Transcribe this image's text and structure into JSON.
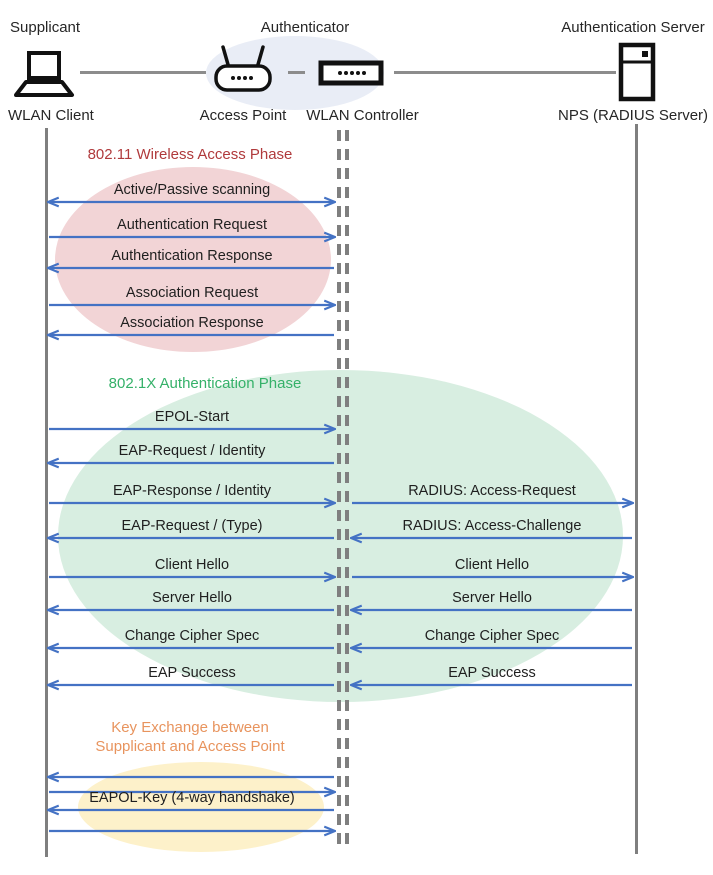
{
  "header": {
    "supplicant_role": "Supplicant",
    "authenticator_role": "Authenticator",
    "server_role": "Authentication Server",
    "wlan_client": "WLAN Client",
    "access_point": "Access Point",
    "wlan_controller": "WLAN Controller",
    "nps": "NPS (RADIUS Server)"
  },
  "phases": {
    "wireless": "802.11 Wireless Access Phase",
    "dot1x": "802.1X Authentication Phase",
    "keyx_line1": "Key Exchange between",
    "keyx_line2": "Supplicant and Access Point"
  },
  "messages": {
    "client_ap": [
      "Active/Passive scanning",
      "Authentication Request",
      "Authentication Response",
      "Association Request",
      "Association Response",
      "EPOL-Start",
      "EAP-Request / Identity",
      "EAP-Response / Identity",
      "EAP-Request / (Type)",
      "Client Hello",
      "Server Hello",
      "Change Cipher Spec",
      "EAP Success",
      "EAPOL-Key (4-way handshake)"
    ],
    "controller_server": [
      "RADIUS: Access-Request",
      "RADIUS: Access-Challenge",
      "Client Hello",
      "Server Hello",
      "Change Cipher Spec",
      "EAP Success"
    ]
  },
  "colors": {
    "arrow": "#4472C4",
    "lifeline": "#7F7F7F",
    "phase_wireless_text": "#B03A3C",
    "phase_dot1x_text": "#35B169",
    "phase_keyx_text": "#E8945E",
    "ellipse_wireless": "#F2D4D6",
    "ellipse_dot1x": "#D8EEE1",
    "ellipse_keyx": "#FDF1CA",
    "ellipse_authenticator": "#E9EDF6"
  }
}
